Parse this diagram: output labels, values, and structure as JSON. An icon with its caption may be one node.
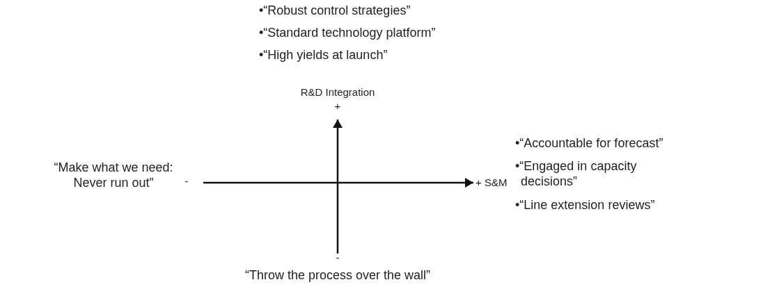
{
  "diagram": {
    "labels": [
      "•“Robust control strategies”",
      "•“Standard technology platform”",
      "•“High yields at launch”",
      "R&D Integration",
      "+",
      "“Make what we need: Never run out”",
      "-",
      "+ S&M",
      "•“Accountable for forecast”",
      "•“Engaged in capacity decisions”",
      "•“Line extension reviews”",
      "-",
      "“Throw the process over the wall”"
    ]
  }
}
